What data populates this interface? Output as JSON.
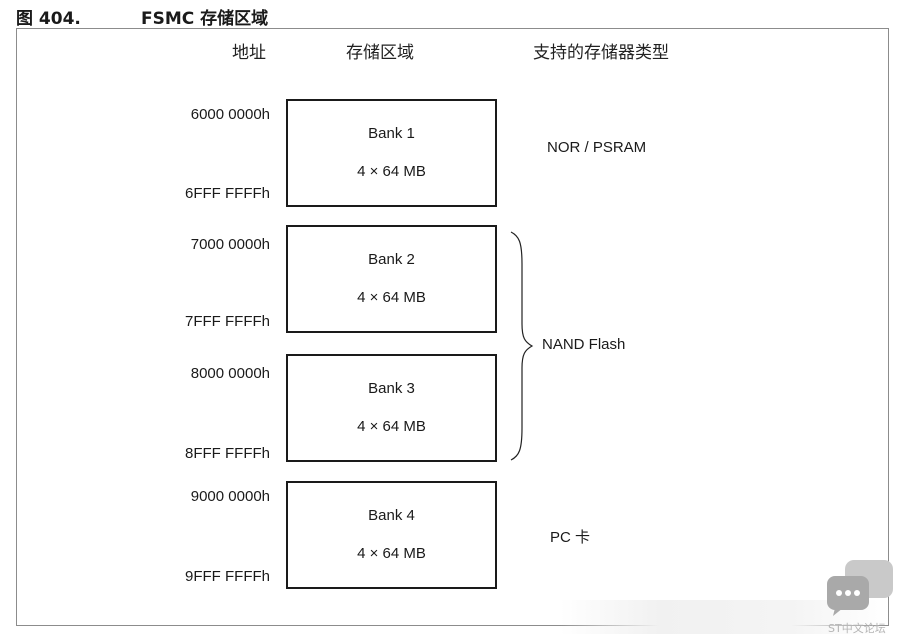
{
  "figure": {
    "number": "图 404.",
    "title": "FSMC 存储区域"
  },
  "headers": {
    "address": "地址",
    "region": "存储区域",
    "supported": "支持的存储器类型"
  },
  "banks": [
    {
      "name": "Bank 1",
      "size": "4 × 64 MB",
      "start": "6000 0000h",
      "end": "6FFF FFFFh"
    },
    {
      "name": "Bank 2",
      "size": "4 × 64 MB",
      "start": "7000 0000h",
      "end": "7FFF FFFFh"
    },
    {
      "name": "Bank 3",
      "size": "4 × 64 MB",
      "start": "8000 0000h",
      "end": "8FFF FFFFh"
    },
    {
      "name": "Bank 4",
      "size": "4 × 64 MB",
      "start": "9000 0000h",
      "end": "9FFF FFFFh"
    }
  ],
  "memory_types": {
    "bank1": "NOR / PSRAM",
    "bank23": "NAND Flash",
    "bank4": "PC 卡"
  },
  "watermark": {
    "text": "ST中文论坛",
    "icon": "chat-bubble-icon"
  }
}
